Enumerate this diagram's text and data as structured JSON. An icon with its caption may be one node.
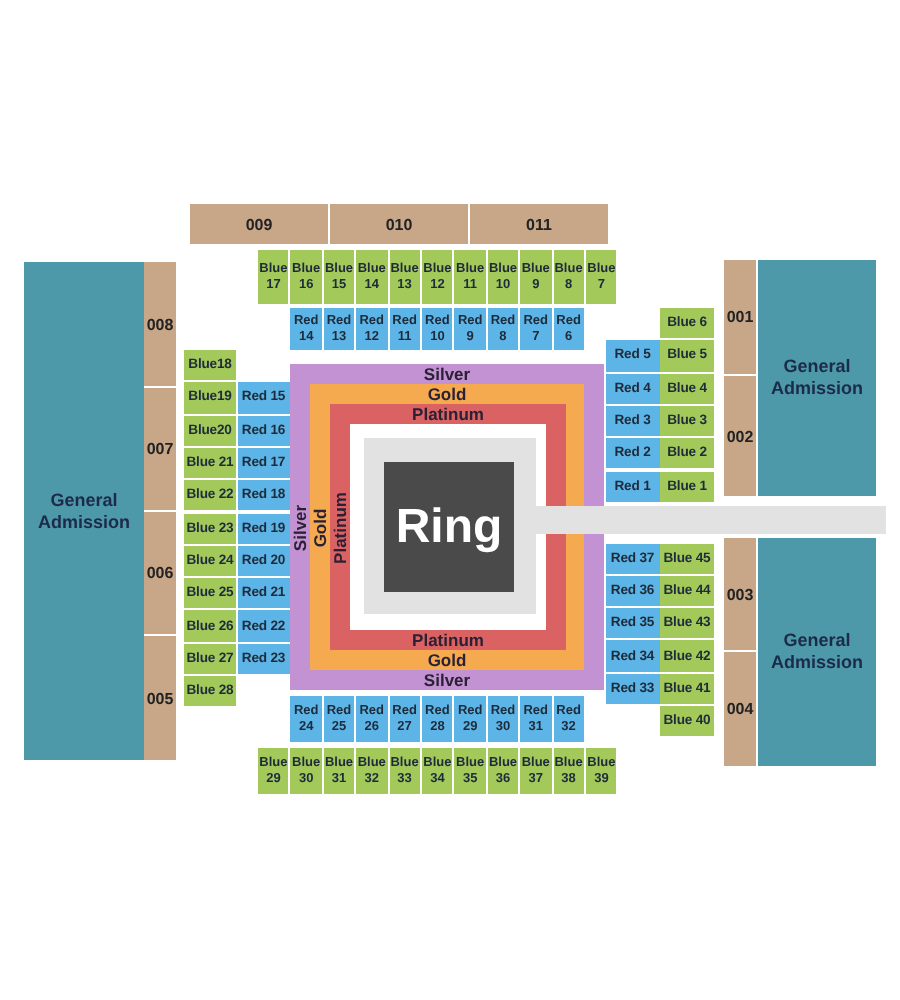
{
  "diagram": {
    "nodes": [
      {
        "text": [
          "009"
        ]
      },
      {
        "text": [
          "010"
        ]
      },
      {
        "text": [
          "011"
        ]
      },
      {
        "text": [
          "Blue 17"
        ]
      },
      {
        "text": [
          "Blue 16"
        ]
      },
      {
        "text": [
          "Blue 15"
        ]
      },
      {
        "text": [
          "Blue 14"
        ]
      },
      {
        "text": [
          "Blue 13"
        ]
      },
      {
        "text": [
          "Blue 12"
        ]
      },
      {
        "text": [
          "Blue 11"
        ]
      },
      {
        "text": [
          "Blue 10"
        ]
      },
      {
        "text": [
          "Blue 9"
        ]
      },
      {
        "text": [
          "Blue 8"
        ]
      },
      {
        "text": [
          "Blue 7"
        ]
      },
      {
        "text": [
          "Red 14"
        ]
      },
      {
        "text": [
          "Red 13"
        ]
      },
      {
        "text": [
          "Red 12"
        ]
      },
      {
        "text": [
          "Red 11"
        ]
      },
      {
        "text": [
          "Red 10"
        ]
      },
      {
        "text": [
          "Red 9"
        ]
      },
      {
        "text": [
          "Red 8"
        ]
      },
      {
        "text": [
          "Red 7"
        ]
      },
      {
        "text": [
          "Red 6"
        ]
      },
      {
        "text": [
          "General Admission"
        ]
      },
      {
        "text": [
          "008"
        ]
      },
      {
        "text": [
          "007"
        ]
      },
      {
        "text": [
          "006"
        ]
      },
      {
        "text": [
          "005"
        ]
      },
      {
        "text": [
          "Blue18"
        ]
      },
      {
        "text": [
          "Blue19"
        ]
      },
      {
        "text": [
          "Blue20"
        ]
      },
      {
        "text": [
          "Blue 21"
        ]
      },
      {
        "text": [
          "Blue 22"
        ]
      },
      {
        "text": [
          "Blue 23"
        ]
      },
      {
        "text": [
          "Blue 24"
        ]
      },
      {
        "text": [
          "Blue 25"
        ]
      },
      {
        "text": [
          "Blue 26"
        ]
      },
      {
        "text": [
          "Blue 27"
        ]
      },
      {
        "text": [
          "Blue 28"
        ]
      },
      {
        "text": [
          "Red 15"
        ]
      },
      {
        "text": [
          "Red 16"
        ]
      },
      {
        "text": [
          "Red 17"
        ]
      },
      {
        "text": [
          "Red 18"
        ]
      },
      {
        "text": [
          "Red 19"
        ]
      },
      {
        "text": [
          "Red 20"
        ]
      },
      {
        "text": [
          "Red 21"
        ]
      },
      {
        "text": [
          "Red 22"
        ]
      },
      {
        "text": [
          "Red 23"
        ]
      },
      {
        "text": [
          "Silver",
          "Silver",
          "Silver"
        ]
      },
      {
        "text": [
          "Gold",
          "Gold",
          "Gold"
        ],
        "in": 48
      },
      {
        "text": [
          "Platinum",
          "Platinum",
          "Platinum"
        ],
        "in": 49
      },
      {
        "text": [
          "Ring"
        ],
        "in": 50
      },
      {
        "text": [
          "Red 5"
        ]
      },
      {
        "text": [
          "Red 4"
        ]
      },
      {
        "text": [
          "Red 3"
        ]
      },
      {
        "text": [
          "Red 2"
        ]
      },
      {
        "text": [
          "Red 1"
        ]
      },
      {
        "text": [
          "Blue 6"
        ]
      },
      {
        "text": [
          "Blue 5"
        ]
      },
      {
        "text": [
          "Blue 4"
        ]
      },
      {
        "text": [
          "Blue 3"
        ]
      },
      {
        "text": [
          "Blue 2"
        ]
      },
      {
        "text": [
          "Blue 1"
        ]
      },
      {
        "text": [
          "001"
        ]
      },
      {
        "text": [
          "002"
        ]
      },
      {
        "text": [
          "General Admission"
        ]
      },
      {
        "text": [
          "Red 37"
        ]
      },
      {
        "text": [
          "Red 36"
        ]
      },
      {
        "text": [
          "Red 35"
        ]
      },
      {
        "text": [
          "Red 34"
        ]
      },
      {
        "text": [
          "Red 33"
        ]
      },
      {
        "text": [
          "Blue 45"
        ]
      },
      {
        "text": [
          "Blue 44"
        ]
      },
      {
        "text": [
          "Blue 43"
        ]
      },
      {
        "text": [
          "Blue 42"
        ]
      },
      {
        "text": [
          "Blue 41"
        ]
      },
      {
        "text": [
          "Blue 40"
        ]
      },
      {
        "text": [
          "003"
        ]
      },
      {
        "text": [
          "004"
        ]
      },
      {
        "text": [
          "General Admission"
        ]
      },
      {
        "text": [
          "Red 24"
        ]
      },
      {
        "text": [
          "Red 25"
        ]
      },
      {
        "text": [
          "Red 26"
        ]
      },
      {
        "text": [
          "Red 27"
        ]
      },
      {
        "text": [
          "Red 28"
        ]
      },
      {
        "text": [
          "Red 29"
        ]
      },
      {
        "text": [
          "Red 30"
        ]
      },
      {
        "text": [
          "Red 31"
        ]
      },
      {
        "text": [
          "Red 32"
        ]
      },
      {
        "text": [
          "Blue 29"
        ]
      },
      {
        "text": [
          "Blue 30"
        ]
      },
      {
        "text": [
          "Blue 31"
        ]
      },
      {
        "text": [
          "Blue 32"
        ]
      },
      {
        "text": [
          "Blue 33"
        ]
      },
      {
        "text": [
          "Blue 34"
        ]
      },
      {
        "text": [
          "Blue 35"
        ]
      },
      {
        "text": [
          "Blue 36"
        ]
      },
      {
        "text": [
          "Blue 37"
        ]
      },
      {
        "text": [
          "Blue 38"
        ]
      },
      {
        "text": [
          "Blue 39"
        ]
      },
      {
        "text": [],
        "shape": "bar"
      }
    ]
  }
}
